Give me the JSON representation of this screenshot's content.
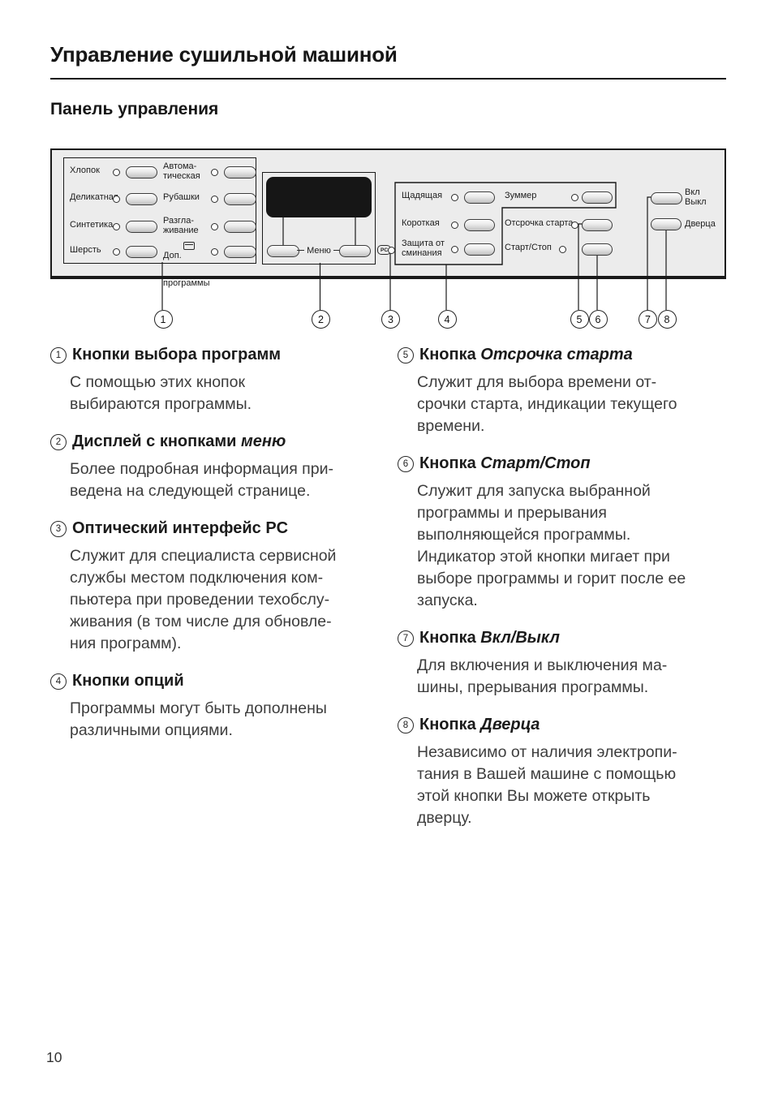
{
  "page": {
    "title": "Управление сушильной машиной",
    "subtitle": "Панель управления",
    "page_number": "10"
  },
  "colors": {
    "panel_background": "#ececec",
    "display_screen": "#161616",
    "line_color": "#1a1a1a"
  },
  "panel": {
    "programs": {
      "cotton": "Хлопок",
      "automatic": "Автома-\nтическая",
      "delicates": "Деликатная",
      "shirts": "Рубашки",
      "synthetics": "Синтетика",
      "smoothing": "Разгла-\nживание",
      "wool": "Шерсть",
      "extra_line1": "Доп.",
      "extra_line2": "программы"
    },
    "menu": {
      "label": "Меню"
    },
    "pc_interface": {
      "label": "PC"
    },
    "options": {
      "gentle": "Щадящая",
      "buzzer": "Зуммер",
      "short": "Короткая",
      "delay_start": "Отсрочка старта",
      "crease_protection": "Защита от\nсминания",
      "start_stop": "Старт/Стоп"
    },
    "power": {
      "label": "Вкл\nВыкл"
    },
    "door": {
      "label": "Дверца"
    },
    "callouts": [
      "1",
      "2",
      "3",
      "4",
      "5",
      "6",
      "7",
      "8"
    ]
  },
  "sections": {
    "left": [
      {
        "num": "1",
        "title": "Кнопки выбора программ",
        "title_italic": "",
        "body": "С помощью этих кнопок\nвыбираются программы."
      },
      {
        "num": "2",
        "title": "Дисплей с кнопками",
        "title_italic": " меню",
        "body": "Более подробная информация при-\nведена на следующей странице."
      },
      {
        "num": "3",
        "title": "Оптический интерфейс PC",
        "title_italic": "",
        "body": "Служит для специалиста сервисной\nслужбы местом подключения ком-\nпьютера при проведении техобслу-\nживания (в том числе для обновле-\nния программ)."
      },
      {
        "num": "4",
        "title": "Кнопки опций",
        "title_italic": "",
        "body": "Программы могут быть дополнены\nразличными опциями."
      }
    ],
    "right": [
      {
        "num": "5",
        "title": "Кнопка",
        "title_italic": " Отсрочка старта",
        "body": "Служит для выбора времени от-\nсрочки старта, индикации текущего\nвремени."
      },
      {
        "num": "6",
        "title": "Кнопка",
        "title_italic": " Старт/Стоп",
        "body": "Служит для запуска выбранной\nпрограммы и прерывания\nвыполняющейся программы.\nИндикатор этой кнопки мигает при\nвыборе программы и горит после ее\nзапуска."
      },
      {
        "num": "7",
        "title": "Кнопка",
        "title_italic": " Вкл/Выкл",
        "body": "Для включения и выключения ма-\nшины, прерывания программы."
      },
      {
        "num": "8",
        "title": "Кнопка",
        "title_italic": " Дверца",
        "body": "Независимо от наличия электропи-\nтания в Вашей машине с помощью\nэтой кнопки Вы можете открыть\nдверцу."
      }
    ]
  }
}
